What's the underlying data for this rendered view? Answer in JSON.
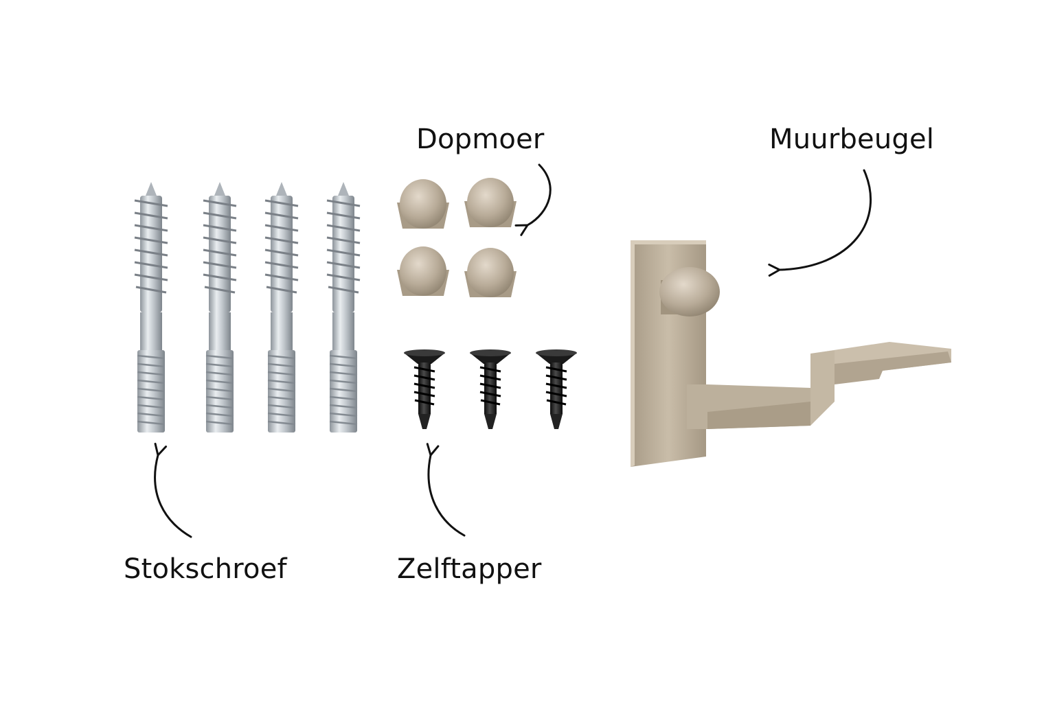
{
  "labels": {
    "dopmoer": "Dopmoer",
    "muurbeugel": "Muurbeugel",
    "stokschroef": "Stokschroef",
    "zelftapper": "Zelftapper"
  },
  "colors": {
    "background": "#ffffff",
    "zinc": "#c9ced3",
    "beige": "#b8ab98",
    "black_screw": "#1a1a1a",
    "text": "#111111"
  },
  "counts": {
    "stokschroef": 4,
    "dopmoer": 4,
    "zelftapper": 3,
    "muurbeugel": 1
  }
}
